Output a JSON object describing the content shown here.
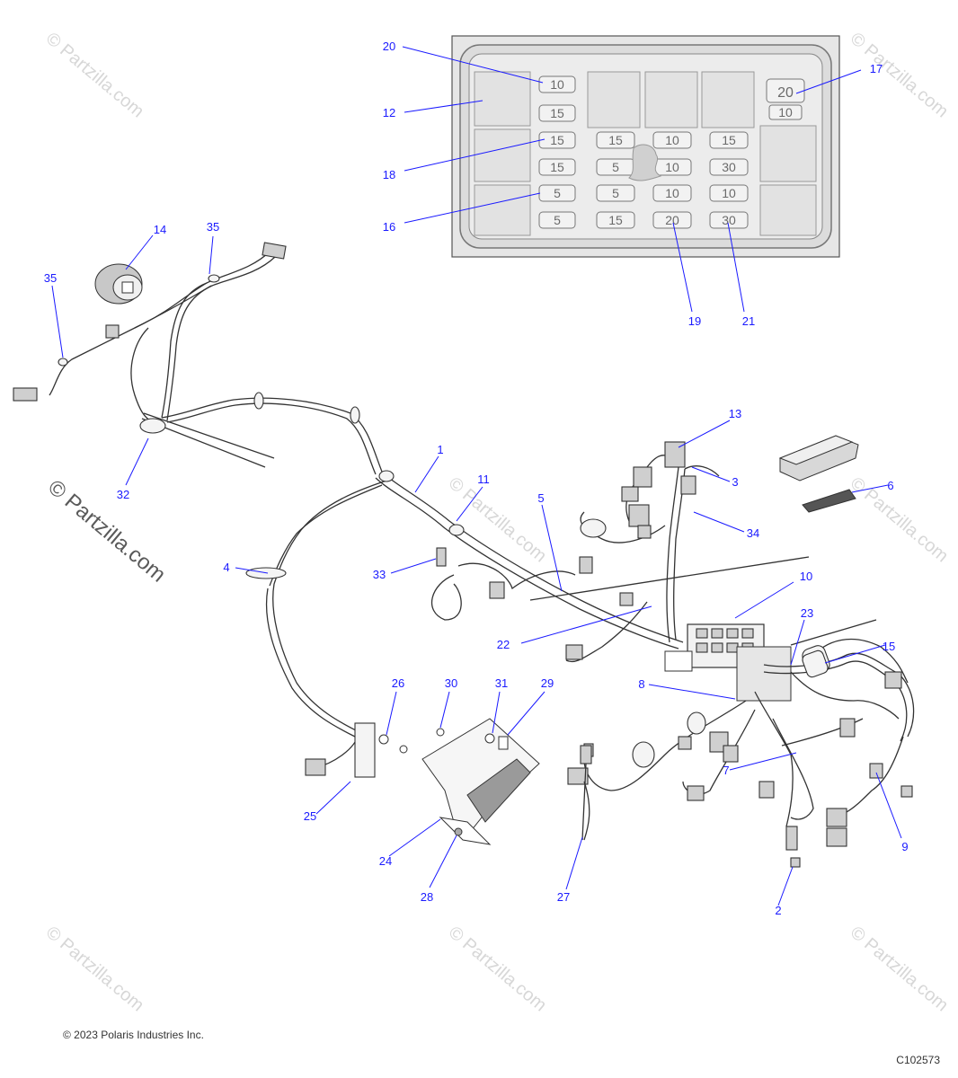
{
  "watermark": "© Partzilla.com",
  "copyright": "© 2023 Polaris Industries Inc.",
  "figure_code": "C102573",
  "fuse_box": {
    "fuses": [
      {
        "id": "f1",
        "label": "10"
      },
      {
        "id": "f2",
        "label": "15"
      },
      {
        "id": "f3",
        "label": "15"
      },
      {
        "id": "f4",
        "label": "15"
      },
      {
        "id": "f5",
        "label": "5"
      },
      {
        "id": "f6",
        "label": "5"
      },
      {
        "id": "f7",
        "label": "15"
      },
      {
        "id": "f8",
        "label": "5"
      },
      {
        "id": "f9",
        "label": "5"
      },
      {
        "id": "f10",
        "label": "15"
      },
      {
        "id": "f11",
        "label": "10"
      },
      {
        "id": "f12",
        "label": "10"
      },
      {
        "id": "f13",
        "label": "10"
      },
      {
        "id": "f14",
        "label": "20"
      },
      {
        "id": "f15",
        "label": "15"
      },
      {
        "id": "f16",
        "label": "30"
      },
      {
        "id": "f17",
        "label": "10"
      },
      {
        "id": "f18",
        "label": "30"
      },
      {
        "id": "f19",
        "label": "20"
      },
      {
        "id": "f20",
        "label": "10"
      }
    ]
  },
  "callouts": [
    {
      "id": "c20",
      "label": "20"
    },
    {
      "id": "c12",
      "label": "12"
    },
    {
      "id": "c18",
      "label": "18"
    },
    {
      "id": "c16",
      "label": "16"
    },
    {
      "id": "c17",
      "label": "17"
    },
    {
      "id": "c19",
      "label": "19"
    },
    {
      "id": "c21",
      "label": "21"
    },
    {
      "id": "c14",
      "label": "14"
    },
    {
      "id": "c35a",
      "label": "35"
    },
    {
      "id": "c35b",
      "label": "35"
    },
    {
      "id": "c32",
      "label": "32"
    },
    {
      "id": "c1",
      "label": "1"
    },
    {
      "id": "c11",
      "label": "11"
    },
    {
      "id": "c5",
      "label": "5"
    },
    {
      "id": "c13",
      "label": "13"
    },
    {
      "id": "c3",
      "label": "3"
    },
    {
      "id": "c6",
      "label": "6"
    },
    {
      "id": "c34",
      "label": "34"
    },
    {
      "id": "c4",
      "label": "4"
    },
    {
      "id": "c33",
      "label": "33"
    },
    {
      "id": "c10",
      "label": "10"
    },
    {
      "id": "c22",
      "label": "22"
    },
    {
      "id": "c23",
      "label": "23"
    },
    {
      "id": "c15",
      "label": "15"
    },
    {
      "id": "c8",
      "label": "8"
    },
    {
      "id": "c26",
      "label": "26"
    },
    {
      "id": "c30",
      "label": "30"
    },
    {
      "id": "c31",
      "label": "31"
    },
    {
      "id": "c29",
      "label": "29"
    },
    {
      "id": "c7",
      "label": "7"
    },
    {
      "id": "c25",
      "label": "25"
    },
    {
      "id": "c24",
      "label": "24"
    },
    {
      "id": "c28",
      "label": "28"
    },
    {
      "id": "c27",
      "label": "27"
    },
    {
      "id": "c2",
      "label": "2"
    },
    {
      "id": "c9",
      "label": "9"
    }
  ],
  "colors": {
    "callout": "#1a1aff",
    "line_art": "#333333",
    "fuse_box_fill": "#e6e6e6"
  }
}
